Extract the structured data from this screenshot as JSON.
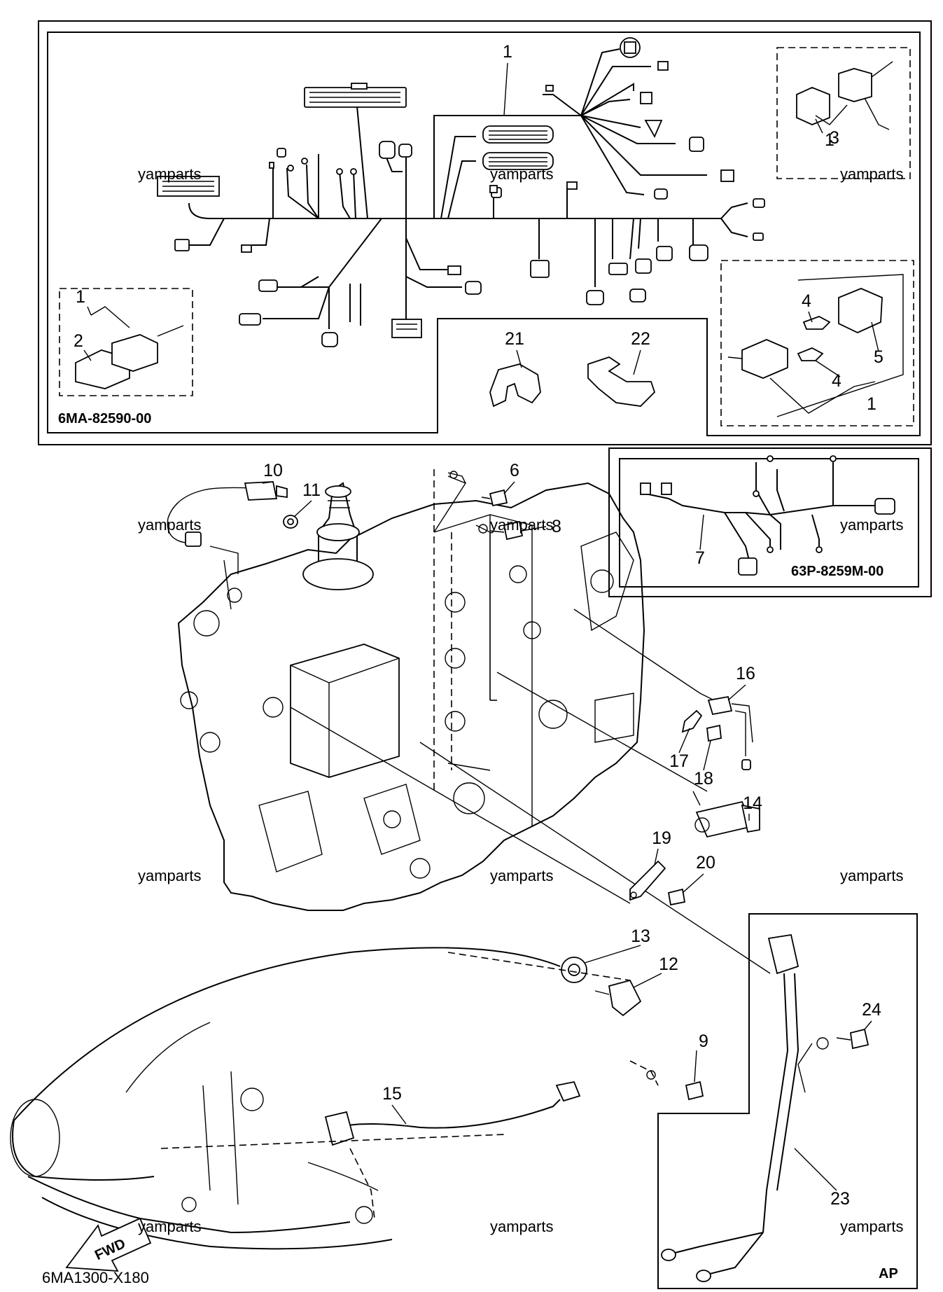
{
  "diagram": {
    "codes": {
      "harness_main": "6MA-82590-00",
      "harness_sub": "63P-8259M-00",
      "figure_id": "6MA1300-X180",
      "ap_label": "AP",
      "fwd_label": "FWD"
    },
    "watermark": "yamparts",
    "callouts": {
      "n1a": "1",
      "n1b": "1",
      "n1c": "1",
      "n1d": "1",
      "n2": "2",
      "n3": "3",
      "n4a": "4",
      "n4b": "4",
      "n5": "5",
      "n6": "6",
      "n7": "7",
      "n8": "8",
      "n9": "9",
      "n10": "10",
      "n11": "11",
      "n12": "12",
      "n13": "13",
      "n14": "14",
      "n15": "15",
      "n16": "16",
      "n17": "17",
      "n18": "18",
      "n19": "19",
      "n20": "20",
      "n21": "21",
      "n22": "22",
      "n23": "23",
      "n24": "24"
    }
  }
}
